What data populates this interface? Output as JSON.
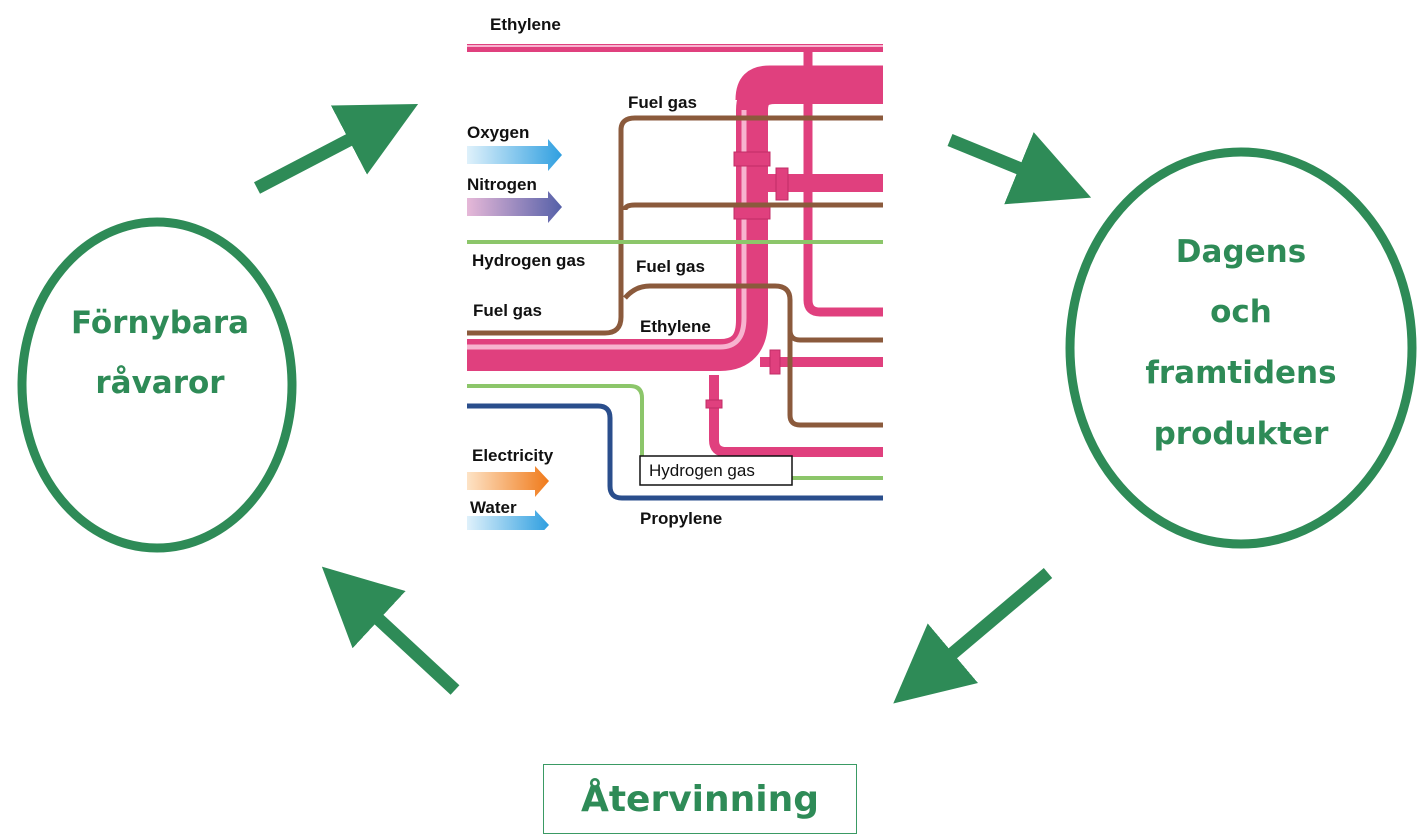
{
  "colors": {
    "cycle_green": "#2e8b57",
    "ethylene_pipe": "#e0407e",
    "fuel_gas_pipe": "#8b5a3c",
    "hydrogen_pipe": "#8cc66a",
    "propylene_pipe": "#2a4e8c"
  },
  "cycle": {
    "left_node": {
      "line1": "Förnybara",
      "line2": "råvaror"
    },
    "right_node": {
      "line1": "Dagens",
      "line2": "och",
      "line3": "framtidens",
      "line4": "produkter"
    },
    "bottom_node": {
      "label": "Återvinning"
    }
  },
  "plant_diagram": {
    "labels": {
      "ethylene_top": "Ethylene",
      "fuel_gas_top": "Fuel gas",
      "oxygen": "Oxygen",
      "nitrogen": "Nitrogen",
      "hydrogen_gas_left": "Hydrogen gas",
      "fuel_gas_mid": "Fuel gas",
      "fuel_gas_left": "Fuel gas",
      "ethylene_mid": "Ethylene",
      "electricity": "Electricity",
      "hydrogen_gas_box": "Hydrogen gas",
      "water": "Water",
      "propylene": "Propylene"
    }
  }
}
